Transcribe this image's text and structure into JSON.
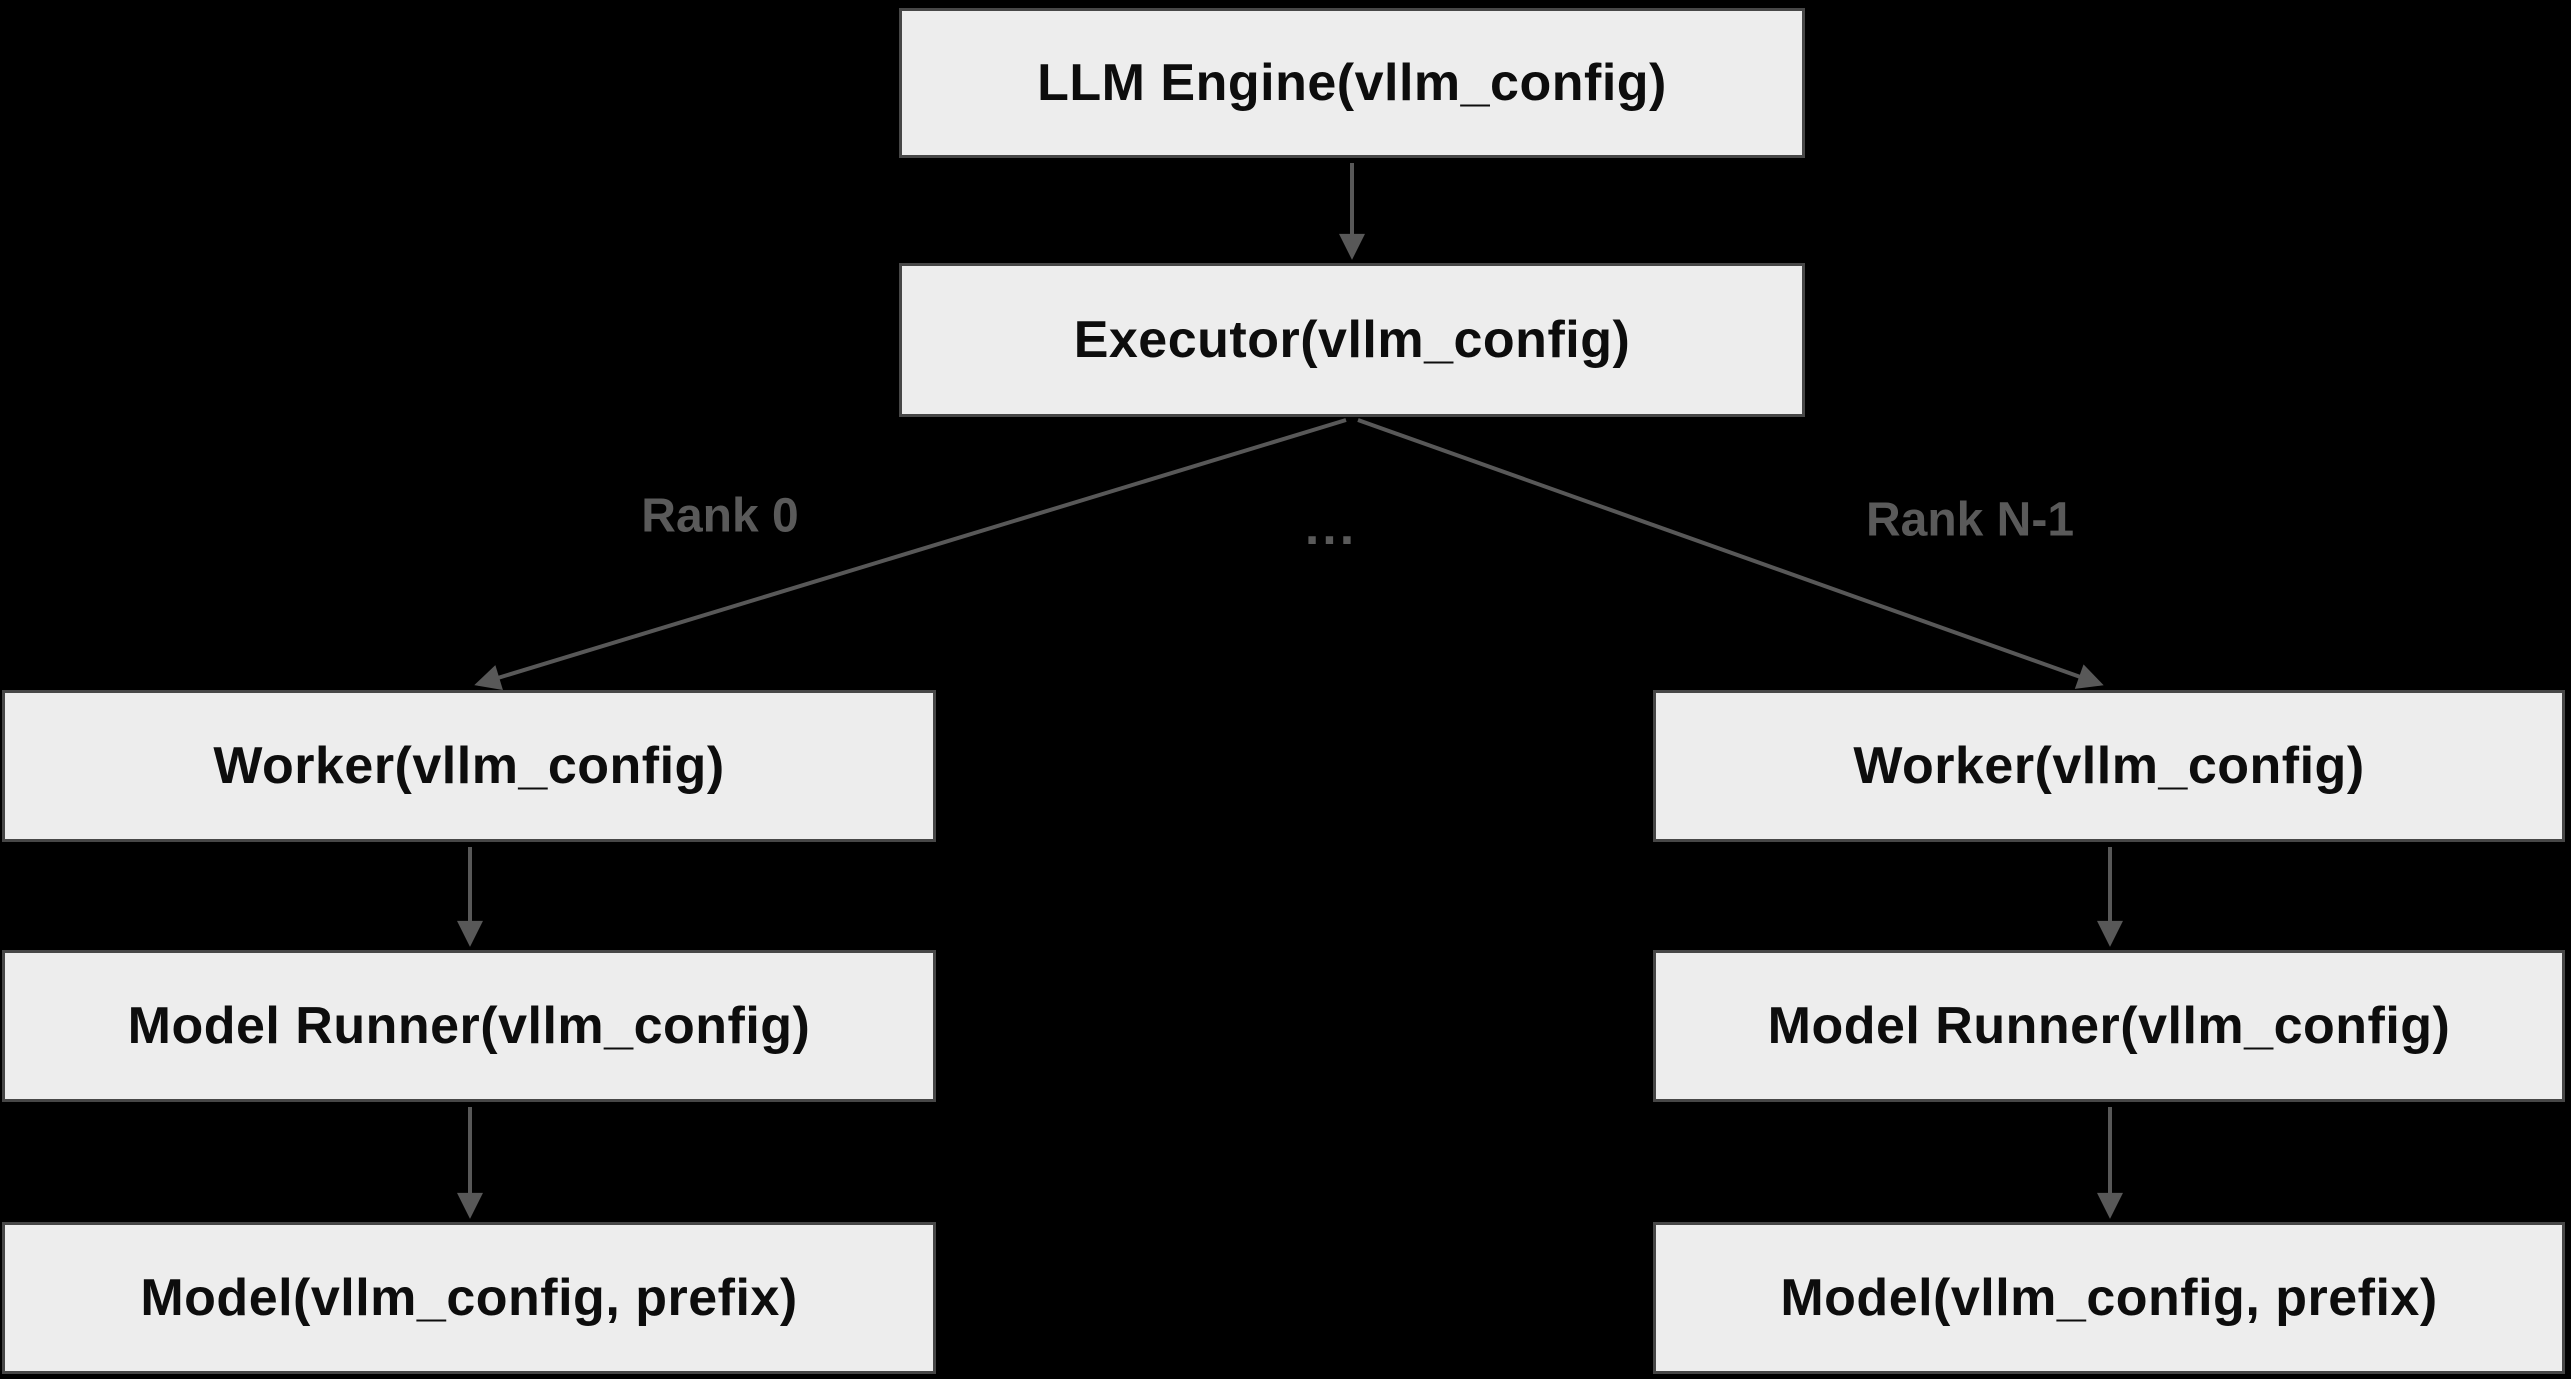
{
  "colors": {
    "background": "#000000",
    "node_fill": "#ededed",
    "node_border": "#474747",
    "node_text": "#0d0d0d",
    "arrow": "#585858",
    "edge_label_text": "#5a5a5a"
  },
  "nodes": {
    "llm_engine": {
      "label": "LLM Engine(vllm_config)"
    },
    "executor": {
      "label": "Executor(vllm_config)"
    },
    "worker_rank0": {
      "label": "Worker(vllm_config)"
    },
    "model_runner_rank0": {
      "label": "Model Runner(vllm_config)"
    },
    "model_rank0": {
      "label": "Model(vllm_config, prefix)"
    },
    "worker_rankn": {
      "label": "Worker(vllm_config)"
    },
    "model_runner_rankn": {
      "label": "Model Runner(vllm_config)"
    },
    "model_rankn": {
      "label": "Model(vllm_config, prefix)"
    }
  },
  "edge_labels": {
    "rank_0": "Rank 0",
    "ellipsis": "...",
    "rank_n_minus_1": "Rank N-1"
  }
}
